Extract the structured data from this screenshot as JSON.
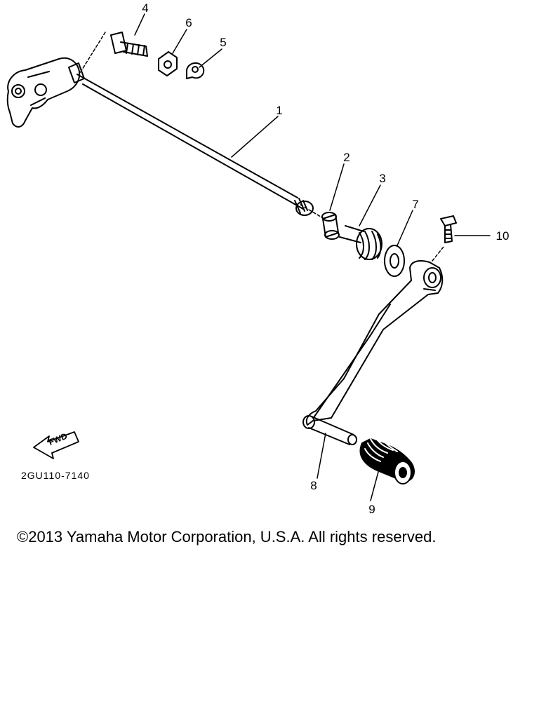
{
  "drawing_code": "2GU110-7140",
  "fwd_label": "FWD",
  "copyright": "©2013 Yamaha Motor Corporation, U.S.A. All rights reserved.",
  "callouts": {
    "c1": "1",
    "c2": "2",
    "c3": "3",
    "c4": "4",
    "c5": "5",
    "c6": "6",
    "c7": "7",
    "c8": "8",
    "c9": "9",
    "c10": "10"
  }
}
